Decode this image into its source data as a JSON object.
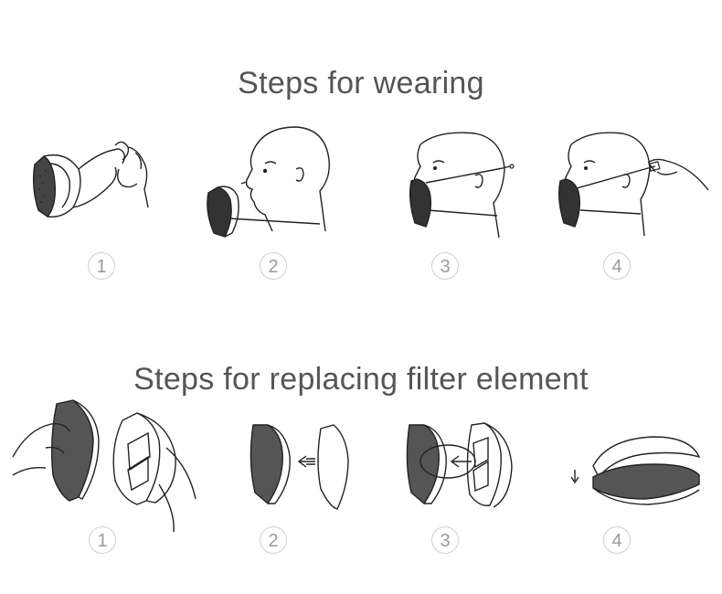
{
  "sections": [
    {
      "title": "Steps for wearing",
      "steps": [
        "1",
        "2",
        "3",
        "4"
      ]
    },
    {
      "title": "Steps for replacing filter element",
      "steps": [
        "1",
        "2",
        "3",
        "4"
      ]
    }
  ],
  "icons": {
    "wearing": [
      "mask-holding-hand-icon",
      "mask-on-face-profile-icon",
      "strap-over-head-icon",
      "strap-adjust-hand-icon"
    ],
    "replacing": [
      "hands-separating-mask-icon",
      "insert-filter-arrow-icon",
      "attach-frame-arrow-icon",
      "press-down-arrow-icon"
    ]
  },
  "colors": {
    "title": "#555555",
    "number": "#9a9a9a",
    "circle": "#cfcfcf",
    "line": "#222222"
  }
}
